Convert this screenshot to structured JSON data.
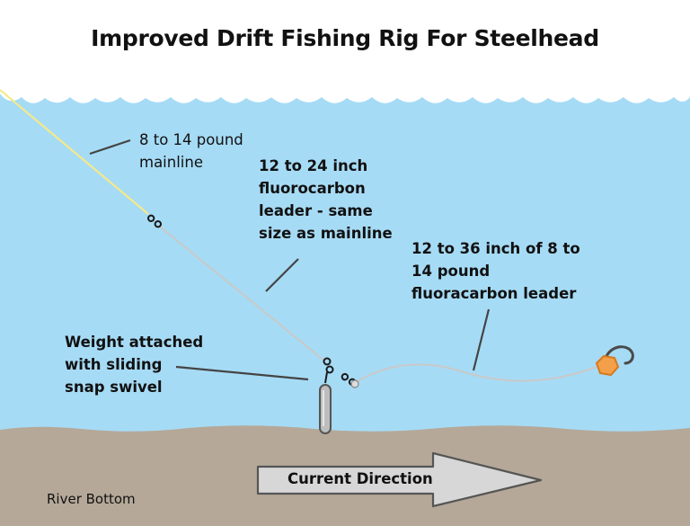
{
  "title": "Improved Drift Fishing Rig For Steelhead",
  "labels": {
    "mainline": [
      "8 to 14 pound",
      "mainline"
    ],
    "fluoro_leader": [
      "12 to 24 inch",
      "fluorocarbon",
      "leader - same",
      "size as mainline"
    ],
    "long_leader": [
      "12 to 36 inch of 8 to",
      "14 pound",
      "fluoracarbon leader"
    ],
    "weight": [
      "Weight attached",
      "with sliding",
      "snap swivel"
    ],
    "current": "Current Direction",
    "river_bottom": "River Bottom"
  },
  "colors": {
    "sky": "#ffffff",
    "water": "#a6dbf5",
    "river_bottom": "#b5a898",
    "mainline": "#f4e98a",
    "leader": "#c9c9c9",
    "lure": "#f4a04a",
    "hook": "#4a4a4a",
    "arrow_fill": "#d7d7d7"
  }
}
